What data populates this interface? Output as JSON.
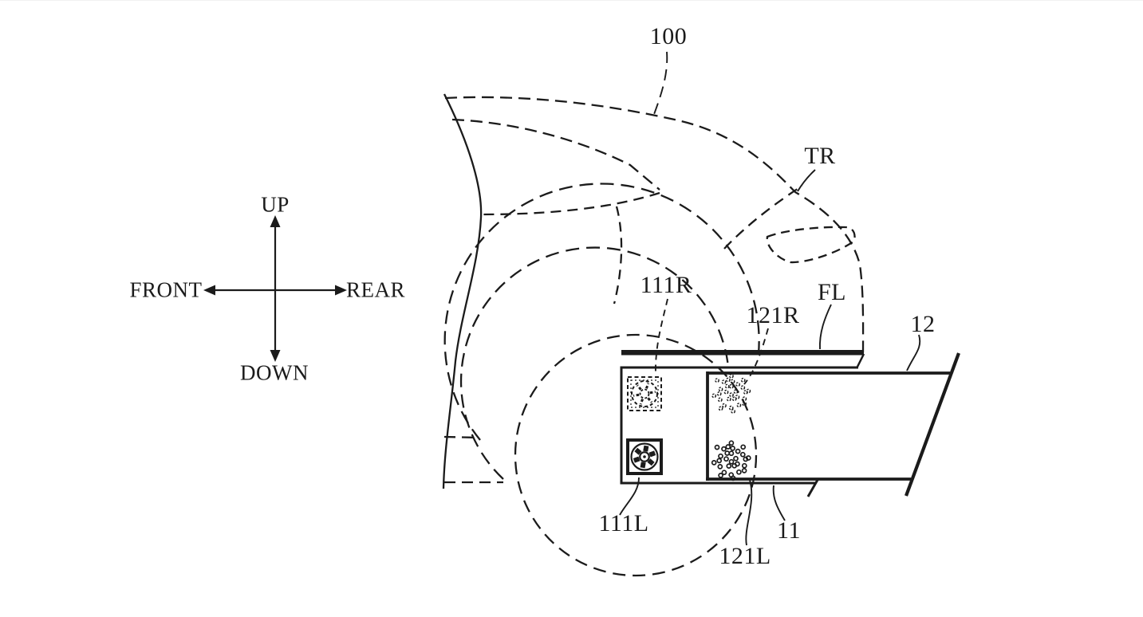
{
  "figure": {
    "title": "vehicle rear structure patent drawing",
    "labels": {
      "vehicle_body": "100",
      "tailgate_region": "TR",
      "floor_line": "FL",
      "rear_beam": "12",
      "bracket": "11",
      "fan_right": "111R",
      "fan_left": "111L",
      "outlet_right": "121R",
      "outlet_left": "121L"
    },
    "compass": {
      "up": "UP",
      "down": "DOWN",
      "front": "FRONT",
      "rear": "REAR"
    },
    "colors": {
      "line": "#1b1b1b",
      "background": "#ffffff"
    }
  }
}
